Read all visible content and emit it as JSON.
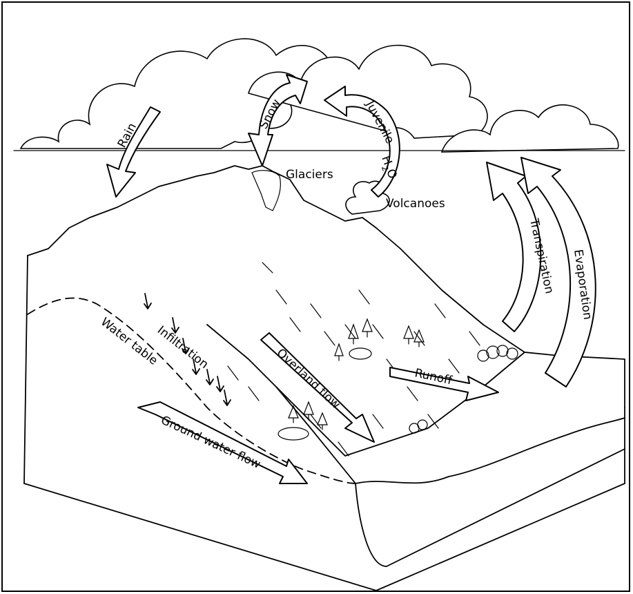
{
  "labels": {
    "rain": "Rain",
    "snow": "Snow",
    "juvenile": "Juvenile",
    "h2o_main": "H",
    "h2o_sub": "2",
    "h2o_tail": "O",
    "glaciers": "Glaciers",
    "volcanoes": "Volcanoes",
    "transpiration": "Transpiration",
    "evaporation": "Evaporation",
    "infiltration": "Infiltration",
    "water_table": "Water table",
    "overland_flow": "Overland flow",
    "runoff": "Runoff",
    "ground_water_flow": "Ground water flow"
  },
  "colors": {
    "ink": "#000000",
    "paper": "#ffffff"
  }
}
